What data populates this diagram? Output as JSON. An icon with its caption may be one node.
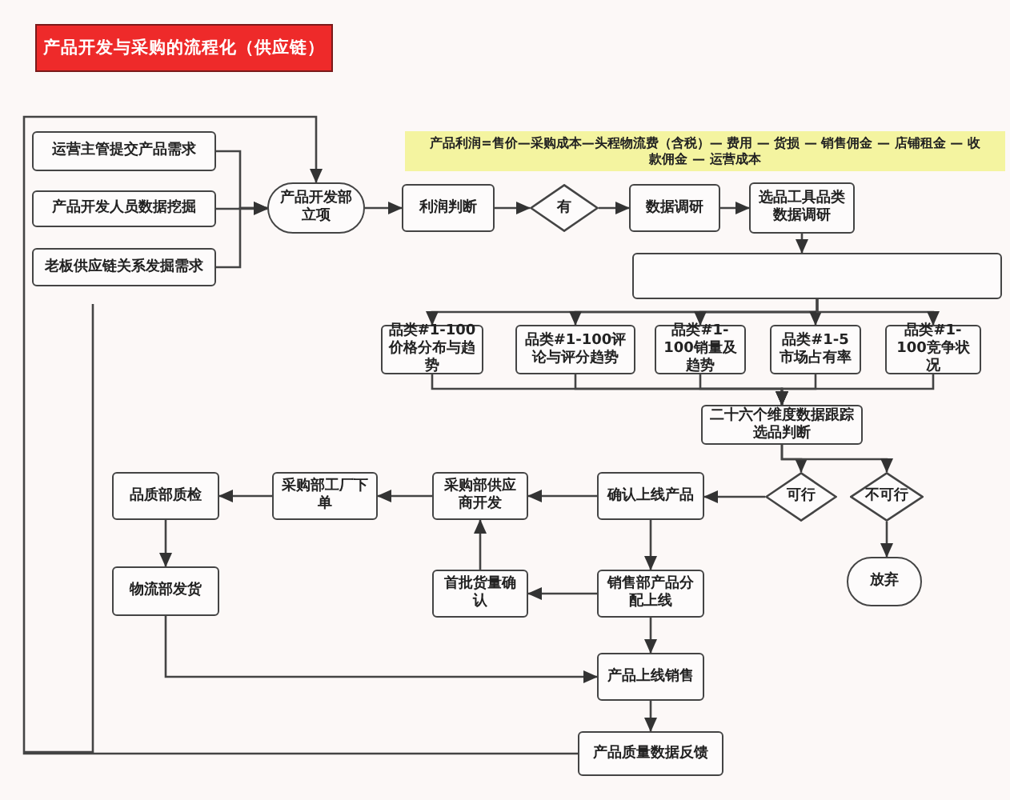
{
  "diagram": {
    "title": "产品开发与采购的流程化（供应链）",
    "nodes": [
      {
        "text": [
          "运营主管提交产品需求"
        ]
      },
      {
        "text": [
          "产品开发人员数据挖掘"
        ]
      },
      {
        "text": [
          "老板供应链关系发掘需求"
        ]
      },
      {
        "text": [
          "产品开发部立项"
        ]
      },
      {
        "text": [
          "利润判断"
        ]
      },
      {
        "text": [
          "有"
        ]
      },
      {
        "text": [
          "数据调研"
        ]
      },
      {
        "text": [
          "选品工具品类数据调研"
        ]
      },
      {
        "text": [],
        "shape": "box"
      },
      {
        "text": [
          "品类#1-100价格分布与趋势"
        ]
      },
      {
        "text": [
          "品类#1-100评论与评分趋势"
        ]
      },
      {
        "text": [
          "品类#1-100销量及趋势"
        ]
      },
      {
        "text": [
          "品类#1-5市场占有率"
        ]
      },
      {
        "text": [
          "品类#1-100竞争状况"
        ]
      },
      {
        "text": [
          "二十六个维度数据跟踪选品判断"
        ]
      },
      {
        "text": [
          "可行"
        ]
      },
      {
        "text": [
          "不可行"
        ]
      },
      {
        "text": [
          "放弃"
        ]
      },
      {
        "text": [
          "确认上线产品"
        ]
      },
      {
        "text": [
          "采购部供应商开发"
        ]
      },
      {
        "text": [
          "采购部工厂下单"
        ]
      },
      {
        "text": [
          "品质部质检"
        ]
      },
      {
        "text": [
          "物流部发货"
        ]
      },
      {
        "text": [
          "首批货量确认"
        ]
      },
      {
        "text": [
          "销售部产品分配上线"
        ]
      },
      {
        "text": [
          "产品上线销售"
        ]
      },
      {
        "text": [
          "产品质量数据反馈"
        ]
      }
    ],
    "edges": [
      {
        "from": 0,
        "to": 3,
        "arrow": "to"
      },
      {
        "from": 1,
        "to": 3,
        "arrow": "to"
      },
      {
        "from": 2,
        "to": 3,
        "arrow": "to"
      },
      {
        "from": 3,
        "to": 4,
        "arrow": "to"
      },
      {
        "from": 4,
        "to": 5,
        "arrow": "to"
      },
      {
        "from": 5,
        "to": 6,
        "arrow": "to"
      },
      {
        "from": 6,
        "to": 7,
        "arrow": "to"
      },
      {
        "from": 7,
        "to": 8,
        "arrow": "to"
      },
      {
        "from": 8,
        "to": 9,
        "arrow": "to"
      },
      {
        "from": 8,
        "to": 10,
        "arrow": "to"
      },
      {
        "from": 8,
        "to": 11,
        "arrow": "to"
      },
      {
        "from": 8,
        "to": 12,
        "arrow": "to"
      },
      {
        "from": 8,
        "to": 13,
        "arrow": "to"
      },
      {
        "from": 9,
        "to": 14,
        "arrow": "to"
      },
      {
        "from": 10,
        "to": 14,
        "arrow": "to"
      },
      {
        "from": 11,
        "to": 14,
        "arrow": "to"
      },
      {
        "from": 12,
        "to": 14,
        "arrow": "to"
      },
      {
        "from": 13,
        "to": 14,
        "arrow": "to"
      },
      {
        "from": 14,
        "to": 15,
        "arrow": "to"
      },
      {
        "from": 14,
        "to": 16,
        "arrow": "to"
      },
      {
        "from": 16,
        "to": 17,
        "arrow": "to"
      },
      {
        "from": 15,
        "to": 18,
        "arrow": "to"
      },
      {
        "from": 18,
        "to": 19,
        "arrow": "to"
      },
      {
        "from": 19,
        "to": 20,
        "arrow": "to"
      },
      {
        "from": 20,
        "to": 21,
        "arrow": "to"
      },
      {
        "from": 21,
        "to": 22,
        "arrow": "to"
      },
      {
        "from": 18,
        "to": 24,
        "arrow": "to"
      },
      {
        "from": 24,
        "to": 23,
        "arrow": "to"
      },
      {
        "from": 23,
        "to": 19,
        "arrow": "to"
      },
      {
        "from": 24,
        "to": 25,
        "arrow": "to"
      },
      {
        "from": 22,
        "to": 25,
        "arrow": "to"
      },
      {
        "from": 25,
        "to": 26,
        "arrow": "to"
      },
      {
        "from": 26,
        "to": 3,
        "arrow": "to"
      }
    ],
    "labels": [
      "产品利润=售价—采购成本—头程物流费（含税）— 费用 — 货损 — 销售佣金 — 店铺租金 — 收款佣金 — 运营成本"
    ]
  }
}
